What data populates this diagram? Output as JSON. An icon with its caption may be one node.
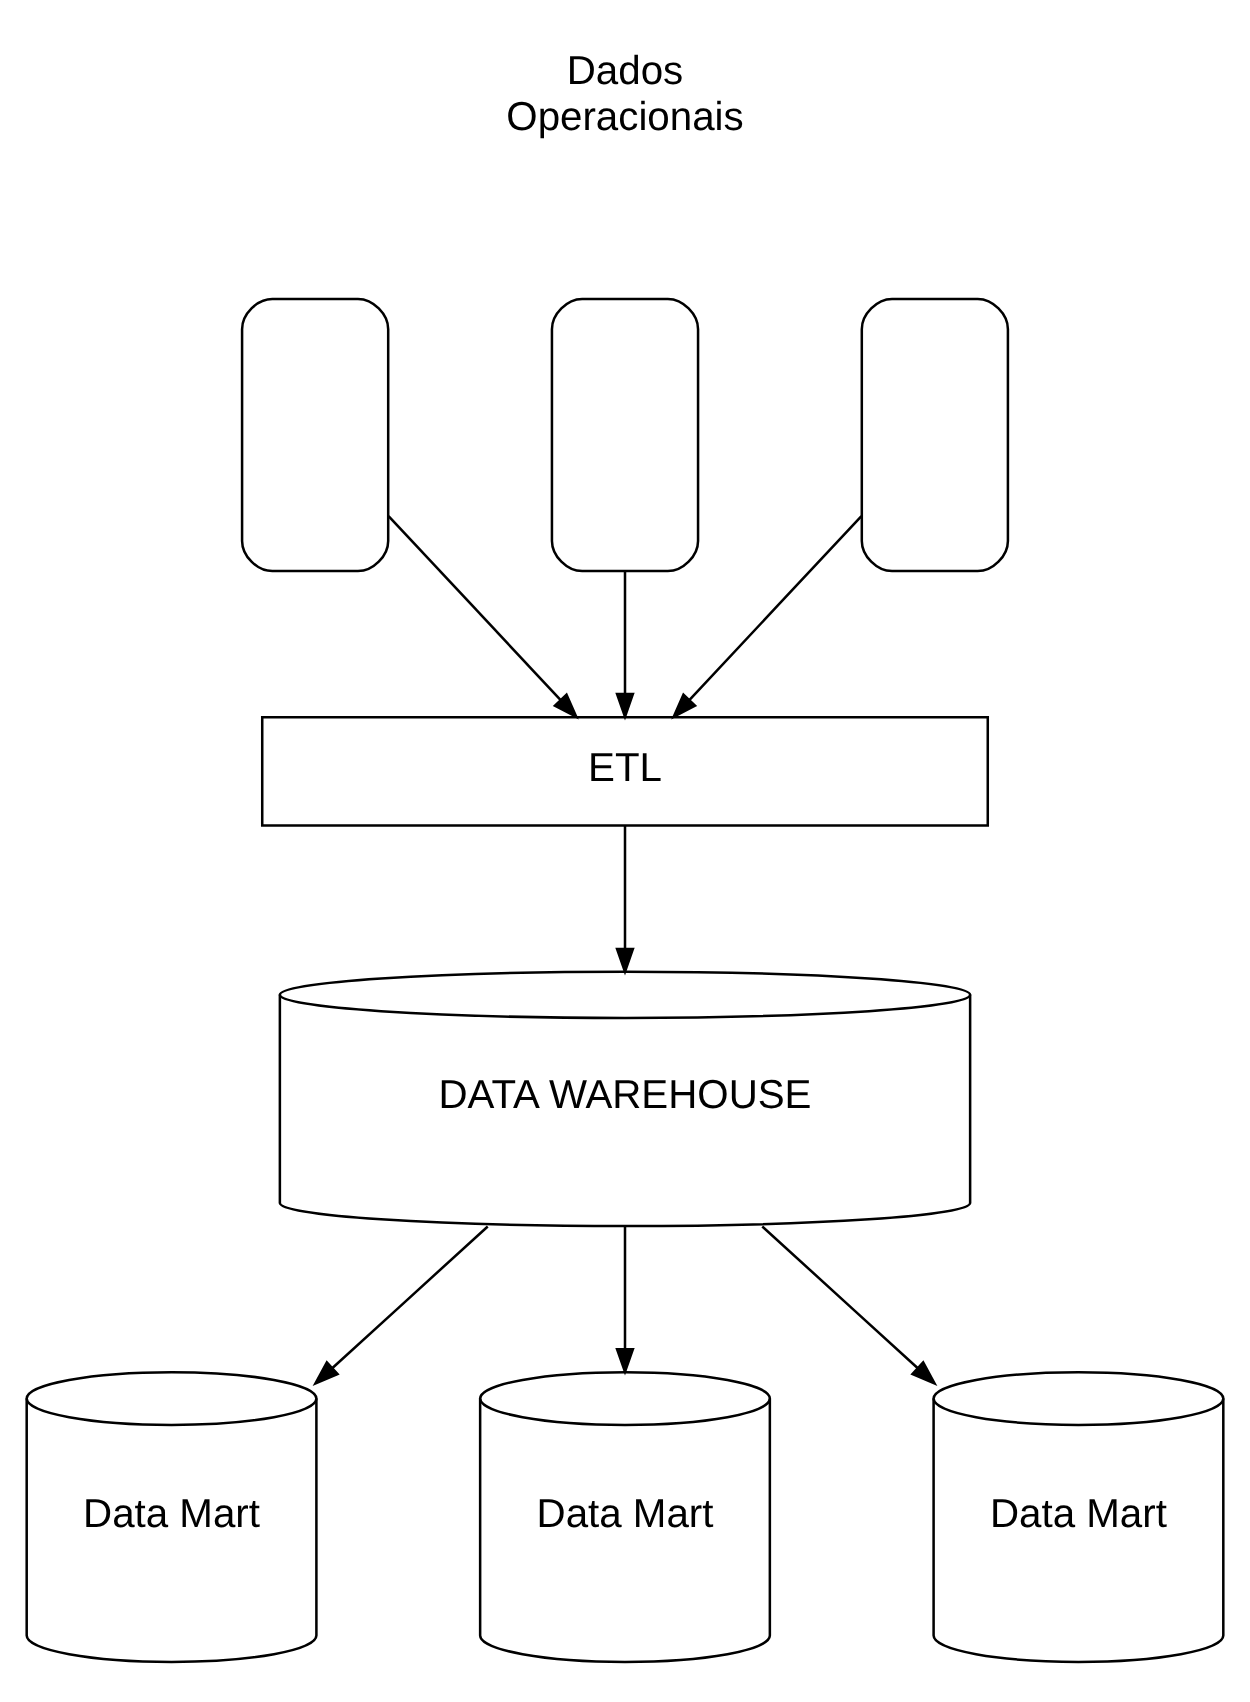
{
  "diagram": {
    "nodes": [
      {
        "text": [],
        "shape": "box"
      },
      {
        "text": [],
        "shape": "box"
      },
      {
        "text": [],
        "shape": "box"
      },
      {
        "text": [
          "ETL"
        ]
      },
      {
        "text": [
          "DATA WAREHOUSE"
        ]
      },
      {
        "text": [
          "Data Mart"
        ]
      },
      {
        "text": [
          "Data Mart"
        ]
      },
      {
        "text": [
          "Data Mart"
        ]
      }
    ],
    "edges": [
      {
        "from": 0,
        "to": 3,
        "arrow": "to"
      },
      {
        "from": 1,
        "to": 3,
        "arrow": "to"
      },
      {
        "from": 2,
        "to": 3,
        "arrow": "to"
      },
      {
        "from": 3,
        "to": 4,
        "arrow": "to"
      },
      {
        "from": 4,
        "to": 5,
        "arrow": "to"
      },
      {
        "from": 4,
        "to": 6,
        "arrow": "to"
      },
      {
        "from": 4,
        "to": 7,
        "arrow": "to"
      }
    ],
    "labels": [
      "Dados Operacionais"
    ]
  }
}
